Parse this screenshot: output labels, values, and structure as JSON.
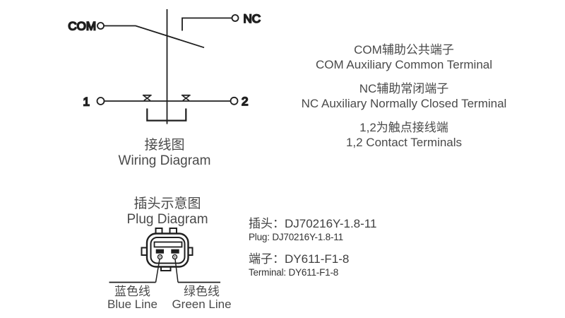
{
  "colors": {
    "background": "#ffffff",
    "line": "#1f1f1f",
    "text": "#4a4a4a"
  },
  "wiring": {
    "com_label": "COM",
    "nc_label": "NC",
    "terminal_1": "1",
    "terminal_2": "2",
    "caption_zh": "接线图",
    "caption_en": "Wiring Diagram"
  },
  "notes": [
    {
      "zh": "COM辅助公共端子",
      "en": "COM Auxiliary Common Terminal"
    },
    {
      "zh": "NC辅助常闭端子",
      "en": "NC Auxiliary Normally Closed Terminal"
    },
    {
      "zh": "1,2为触点接线端",
      "en": "1,2 Contact Terminals"
    }
  ],
  "plug": {
    "caption_zh": "插头示意图",
    "caption_en": "Plug Diagram",
    "blue_line_zh": "蓝色线",
    "blue_line_en": "Blue Line",
    "green_line_zh": "绿色线",
    "green_line_en": "Green Line"
  },
  "plug_specs": {
    "plug_zh": "插头：DJ70216Y-1.8-11",
    "plug_en": "Plug: DJ70216Y-1.8-11",
    "terminal_zh": "端子：DY611-F1-8",
    "terminal_en": "Terminal: DY611-F1-8"
  }
}
